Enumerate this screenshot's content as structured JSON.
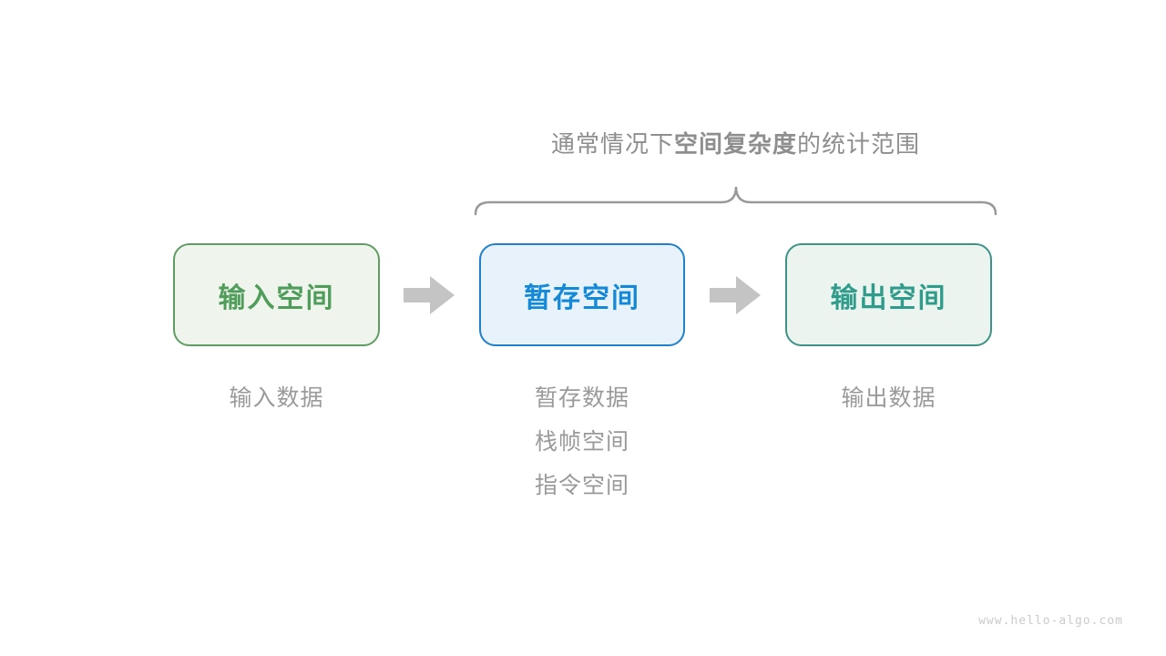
{
  "page": {
    "background": "#ffffff"
  },
  "title": {
    "prefix": "通常情况下",
    "bold": "空间复杂度",
    "suffix": "的统计范围",
    "color": "#8e8e8e"
  },
  "brace": {
    "color": "#999999"
  },
  "flow": {
    "arrow_color": "#c4c4c4",
    "boxes": [
      {
        "label": "输入空间",
        "border_color": "#5f9d63",
        "fill_color": "#eff5ec",
        "text_color": "#4f9c5b"
      },
      {
        "label": "暂存空间",
        "border_color": "#1f81cb",
        "fill_color": "#e8f2fb",
        "text_color": "#1489d8"
      },
      {
        "label": "输出空间",
        "border_color": "#3e9386",
        "fill_color": "#ecf4f0",
        "text_color": "#2f9c8b"
      }
    ]
  },
  "annotations": {
    "color": "#9a9a9a",
    "input": "输入数据",
    "temp": [
      "暂存数据",
      "栈帧空间",
      "指令空间"
    ],
    "output": "输出数据"
  },
  "watermark": {
    "text": "www.hello-algo.com",
    "color": "#cbcbcb"
  }
}
